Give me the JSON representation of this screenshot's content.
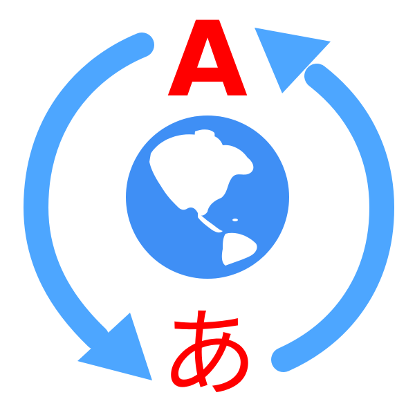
{
  "icon": {
    "source_letter": "A",
    "target_letter": "あ",
    "colors": {
      "arrows": "#4da6ff",
      "globe": "#3f8ff5",
      "continents": "#ffffff",
      "letters": "#ff0000"
    },
    "icons": [
      "rotating-arrows",
      "globe-americas"
    ]
  }
}
